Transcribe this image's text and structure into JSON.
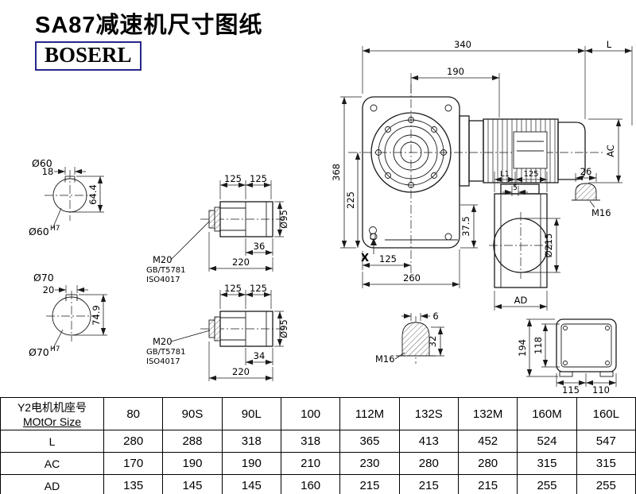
{
  "title": "SA87减速机尺寸图纸",
  "brand": "BOSERL",
  "drawing": {
    "main": {
      "d340": "340",
      "dL": "L",
      "d190": "190",
      "d368": "368",
      "d225": "225",
      "dAC": "AC",
      "d37_5": "37.5",
      "d125": "125",
      "d260": "260",
      "x": "X"
    },
    "shaft60": {
      "label": "Ø60",
      "key_w": "18",
      "height": "64.4",
      "fit": "Ø60",
      "fit_sup": "H7"
    },
    "shaft70": {
      "label": "Ø70",
      "key_w": "20",
      "height": "74.9",
      "fit": "Ø70",
      "fit_sup": "H7"
    },
    "detail1": {
      "d125a": "125",
      "d125b": "125",
      "bolt": "M20",
      "std1": "GB/T5781",
      "std2": "ISO4017",
      "dlen": "36",
      "dtotal": "220",
      "ddia": "Ø95"
    },
    "detail2": {
      "d125a": "125",
      "d125b": "125",
      "bolt": "M20",
      "std1": "GB/T5781",
      "std2": "ISO4017",
      "dlen": "34",
      "dtotal": "220",
      "ddia": "Ø95"
    },
    "side": {
      "dL1": "L1",
      "d125": "125",
      "d5": "5",
      "d26": "26",
      "bolt": "M16",
      "ddia": "Ø215",
      "dAD": "AD"
    },
    "key": {
      "d6": "6",
      "d32": "32",
      "bolt": "M16"
    },
    "fan": {
      "d194": "194",
      "d118": "118",
      "d115": "115",
      "d110": "110"
    }
  },
  "table": {
    "header_line1": "Y2电机机座号",
    "header_line2": "MOtOr Size",
    "columns": [
      "80",
      "90S",
      "90L",
      "100",
      "112M",
      "132S",
      "132M",
      "160M",
      "160L"
    ],
    "rows": [
      {
        "label": "L",
        "values": [
          "280",
          "288",
          "318",
          "318",
          "365",
          "413",
          "452",
          "524",
          "547"
        ]
      },
      {
        "label": "AC",
        "values": [
          "170",
          "190",
          "190",
          "210",
          "230",
          "280",
          "280",
          "315",
          "315"
        ]
      },
      {
        "label": "AD",
        "values": [
          "135",
          "145",
          "145",
          "160",
          "215",
          "215",
          "215",
          "255",
          "255"
        ]
      }
    ]
  }
}
